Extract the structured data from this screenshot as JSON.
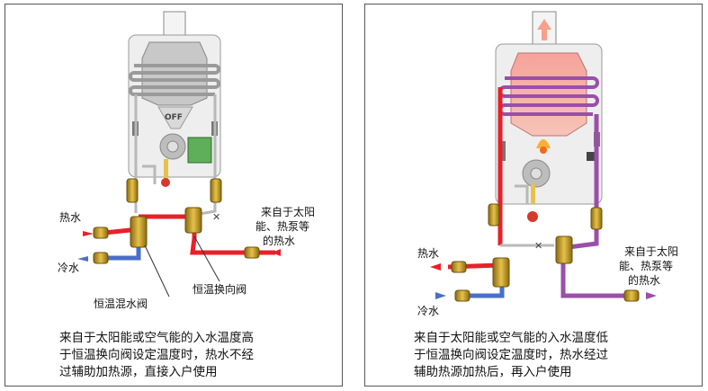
{
  "left": {
    "labels": {
      "off": "OFF",
      "hot_water": "热水",
      "cold_water": "冷水",
      "source_line1": "来自于太阳",
      "source_line2": "能、热泵等",
      "source_line3": "的热水",
      "mixing_valve": "恒温混水阀",
      "diverter_valve": "恒温换向阀"
    },
    "caption": {
      "line1": "来自于太阳能或空气能的入水温度高",
      "line2": "于恒温换向阀设定温度时，热水不经",
      "line3": "过辅助加热源，直接入户使用"
    }
  },
  "right": {
    "labels": {
      "hot_water": "热水",
      "cold_water": "冷水",
      "source_line1": "来自于太阳",
      "source_line2": "能、热泵等",
      "source_line3": "的热水"
    },
    "caption": {
      "line1": "来自于太阳能或空气能的入水温度低",
      "line2": "于恒温换向阀设定温度时，热水经过",
      "line3": "辅助热源加热后，再入户使用"
    }
  },
  "colors": {
    "hot_pipe": "#e8202a",
    "cold_pipe": "#4a6fc8",
    "solar_pipe_heated": "#9a4fa8",
    "inactive_pipe": "#b8b8b8",
    "valve_brass": "#c9a227",
    "heater_body": "#eeeeee",
    "flame_glow": "#f7a08a"
  },
  "icons": [
    "water-heater-icon",
    "valve-icon",
    "flow-arrow-icon",
    "burner-icon",
    "control-board-icon"
  ]
}
